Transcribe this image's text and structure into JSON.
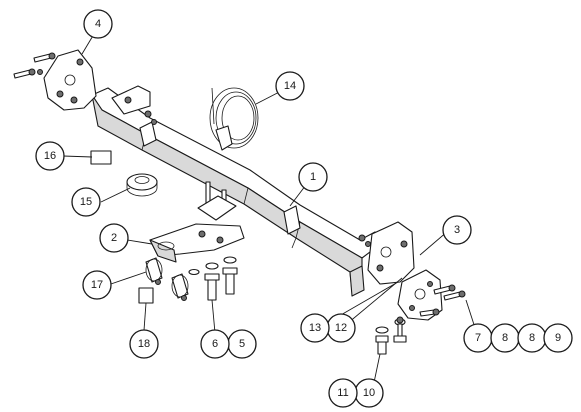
{
  "diagram": {
    "colors": {
      "line": "#1a1a1a",
      "shade": "#d9d9d9",
      "dark": "#6e6e6e",
      "background": "#ffffff"
    },
    "callouts": [
      {
        "id": "c1",
        "label": "1"
      },
      {
        "id": "c2",
        "label": "2"
      },
      {
        "id": "c3",
        "label": "3"
      },
      {
        "id": "c4",
        "label": "4"
      },
      {
        "id": "c5",
        "label": "5"
      },
      {
        "id": "c6",
        "label": "6"
      },
      {
        "id": "c7",
        "label": "7"
      },
      {
        "id": "c8a",
        "label": "8"
      },
      {
        "id": "c8b",
        "label": "8"
      },
      {
        "id": "c9",
        "label": "9"
      },
      {
        "id": "c10",
        "label": "10"
      },
      {
        "id": "c11",
        "label": "11"
      },
      {
        "id": "c12",
        "label": "12"
      },
      {
        "id": "c13",
        "label": "13"
      },
      {
        "id": "c14",
        "label": "14"
      },
      {
        "id": "c15",
        "label": "15"
      },
      {
        "id": "c16",
        "label": "16"
      },
      {
        "id": "c17",
        "label": "17"
      },
      {
        "id": "c18",
        "label": "18"
      }
    ]
  }
}
